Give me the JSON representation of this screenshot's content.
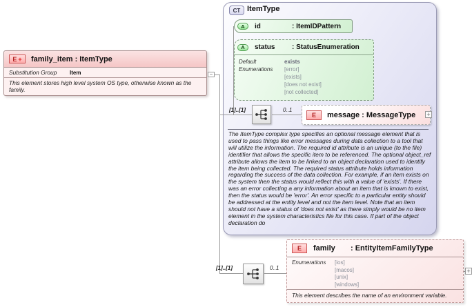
{
  "collapse_label": "−",
  "left_element": {
    "badge": "E",
    "badge_plus": "+",
    "title": "family_item : ItemType",
    "substitution_group_label": "Substitution Group",
    "substitution_group_value": "Item",
    "description": "This element stores high level system OS type, otherwise known as the family."
  },
  "item_type": {
    "badge": "CT",
    "title": "ItemType",
    "id_attribute": {
      "badge": "A",
      "name": "id",
      "type": ": ItemIDPattern"
    },
    "status_attribute": {
      "badge": "A",
      "name": "status",
      "type": ": StatusEnumeration",
      "default_label": "Default",
      "default_value": "exists",
      "enumerations_label": "Enumerations",
      "enumerations": [
        "[error]",
        "[exists]",
        "[does not exist]",
        "[not collected]"
      ]
    },
    "sequence": {
      "occurrence": "[1]..[1]",
      "cardinality": "0..1"
    },
    "message_element": {
      "badge": "E",
      "title": "message : MessageType",
      "expand_label": "+"
    },
    "documentation": "The ItemType complex type specifies an optional message element that is used to pass things like error messages during data collection to a tool that will utilize the information. The required id attribute is an unique (to the file) identifier that allows the specific item to be referenced. The optional object_ref attribute allows the item to be linked to an object declaration used to identify the item being collected. The required status attribute holds information regarding the success of the data collection. For example, if an item exists on the system then the status would reflect this with a value of 'exists'. If there was an error collecting a any information about an item that is known to exist, then the status would be 'error'. An error specific to a particular entity should be addressed at the entity level and not the item level. Note that an item should not have a status of 'does not exist' as there simply would be no item element in the system characteristics file for this case. If part of the object declaration do"
  },
  "bottom_sequence": {
    "occurrence": "[1]..[1]",
    "cardinality": "0..1"
  },
  "family_element": {
    "badge": "E",
    "name": "family",
    "type": ": EntityItemFamilyType",
    "enumerations_label": "Enumerations",
    "enumerations": [
      "[ios]",
      "[macos]",
      "[unix]",
      "[windows]"
    ],
    "description": "This element describes the name of an environment variable.",
    "expand_label": "+"
  }
}
